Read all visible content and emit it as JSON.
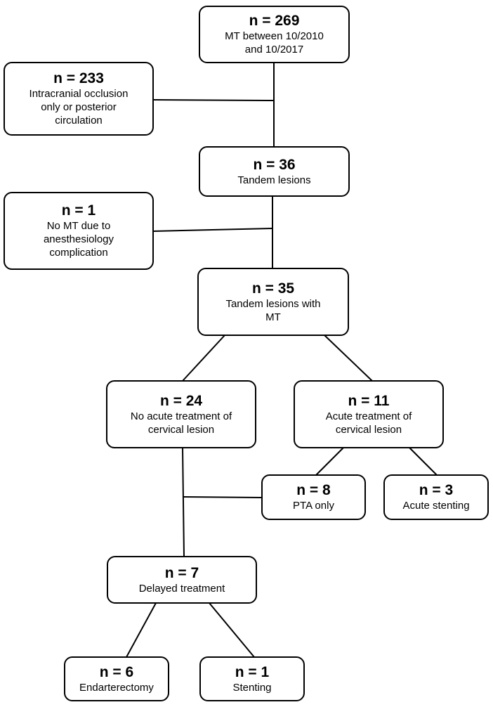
{
  "colors": {
    "stroke": "#000000",
    "fill": "#ffffff",
    "text": "#000000"
  },
  "nodes": {
    "total": {
      "count": "n = 269",
      "lines": [
        "MT between 10/2010",
        "and 10/2017"
      ]
    },
    "excluded": {
      "count": "n = 233",
      "lines": [
        "Intracranial occlusion",
        "only or posterior",
        "circulation"
      ]
    },
    "tandem": {
      "count": "n = 36",
      "lines": [
        "Tandem lesions"
      ]
    },
    "nomt": {
      "count": "n = 1",
      "lines": [
        "No MT due to",
        "anesthesiology",
        "complication"
      ]
    },
    "withmt": {
      "count": "n = 35",
      "lines": [
        "Tandem lesions with",
        "MT"
      ]
    },
    "noacute": {
      "count": "n = 24",
      "lines": [
        "No acute treatment of",
        "cervical lesion"
      ]
    },
    "acute": {
      "count": "n = 11",
      "lines": [
        "Acute treatment of",
        "cervical lesion"
      ]
    },
    "pta": {
      "count": "n = 8",
      "lines": [
        "PTA only"
      ]
    },
    "stentacute": {
      "count": "n = 3",
      "lines": [
        "Acute stenting"
      ]
    },
    "delayed": {
      "count": "n = 7",
      "lines": [
        "Delayed treatment"
      ]
    },
    "endart": {
      "count": "n = 6",
      "lines": [
        "Endarterectomy"
      ]
    },
    "stent": {
      "count": "n = 1",
      "lines": [
        "Stenting"
      ]
    }
  }
}
